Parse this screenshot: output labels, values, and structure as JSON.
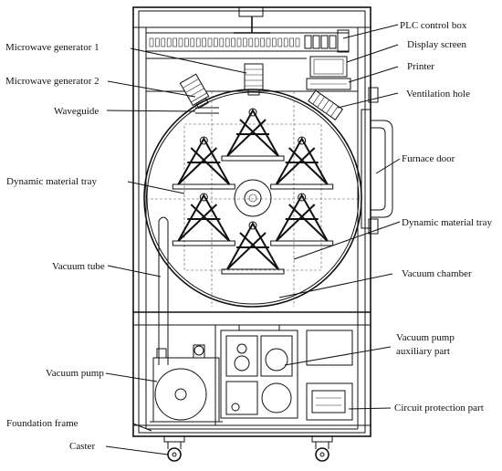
{
  "labels": {
    "plc_control_box": "PLC control box",
    "display_screen": "Display screen",
    "printer": "Printer",
    "ventilation_hole": "Ventilation hole",
    "furnace_door": "Furnace door",
    "dynamic_material_tray_right": "Dynamic material tray",
    "vacuum_chamber": "Vacuum chamber",
    "vacuum_pump_auxiliary_part_1": "Vacuum pump",
    "vacuum_pump_auxiliary_part_2": "auxiliary part",
    "circuit_protection_part": "Circuit protection part",
    "microwave_generator_1": "Microwave generator 1",
    "microwave_generator_2": "Microwave generator 2",
    "waveguide": "Waveguide",
    "dynamic_material_tray_left": "Dynamic material tray",
    "vacuum_tube": "Vacuum tube",
    "vacuum_pump": "Vacuum pump",
    "foundation_frame": "Foundation frame",
    "caster": "Caster"
  }
}
